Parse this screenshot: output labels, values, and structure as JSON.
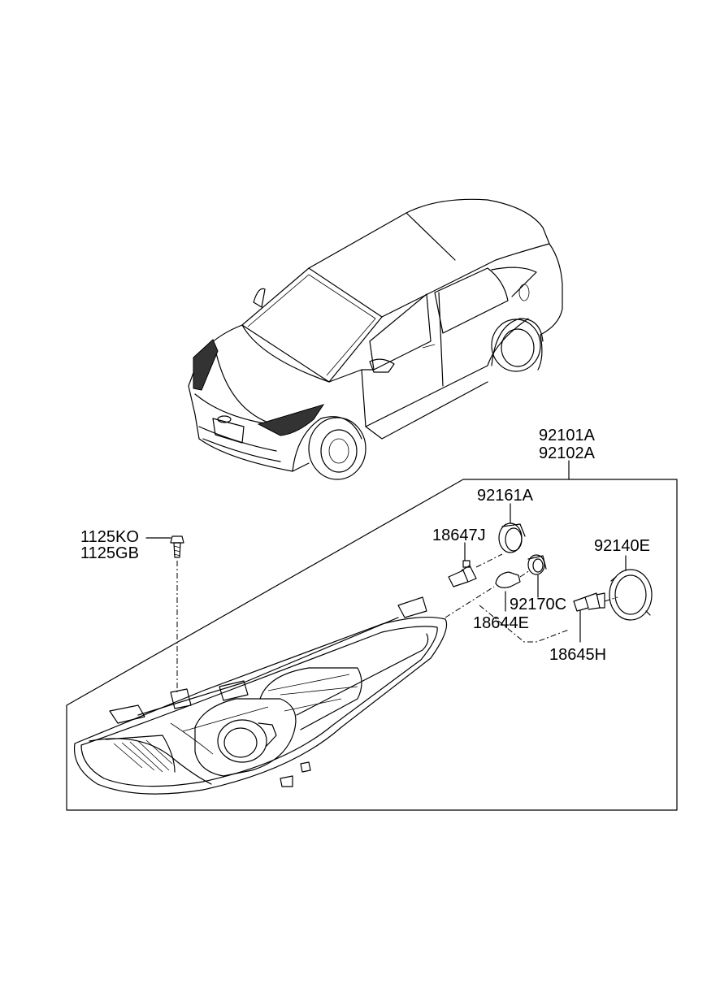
{
  "labels": {
    "assy_lh": "92101A",
    "assy_rh": "92102A",
    "socket": "92161A",
    "bulb_h7": "18647J",
    "cap": "92140E",
    "screw_a": "1125KO",
    "screw_b": "1125GB",
    "holder": "92170C",
    "bulb_w5": "18644E",
    "bulb_h1": "18645H"
  }
}
